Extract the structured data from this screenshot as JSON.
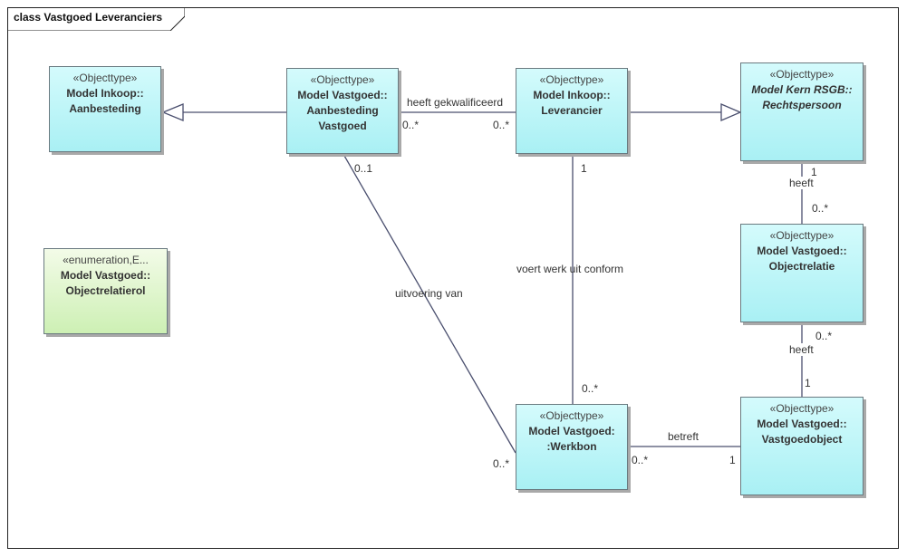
{
  "diagram": {
    "title": "class Vastgoed Leveranciers"
  },
  "classes": {
    "aanbesteding": {
      "stereotype": "«Objecttype»",
      "name_line1": "Model Inkoop::",
      "name_line2": "Aanbesteding",
      "name_line3": ""
    },
    "aanbesteding_vastgoed": {
      "stereotype": "«Objecttype»",
      "name_line1": "Model Vastgoed::",
      "name_line2": "Aanbesteding",
      "name_line3": "Vastgoed"
    },
    "leverancier": {
      "stereotype": "«Objecttype»",
      "name_line1": "Model Inkoop::",
      "name_line2": "Leverancier",
      "name_line3": ""
    },
    "rechtspersoon": {
      "stereotype": "«Objecttype»",
      "name_line1": "Model Kern RSGB::",
      "name_line2": "Rechtspersoon",
      "name_line3": ""
    },
    "objectrelatierol": {
      "stereotype": "«enumeration,E...",
      "name_line1": "Model Vastgoed::",
      "name_line2": "Objectrelatierol",
      "name_line3": ""
    },
    "objectrelatie": {
      "stereotype": "«Objecttype»",
      "name_line1": "Model Vastgoed::",
      "name_line2": "Objectrelatie",
      "name_line3": ""
    },
    "werkbon": {
      "stereotype": "«Objecttype»",
      "name_line1": "Model Vastgoed:",
      "name_line2": ":Werkbon",
      "name_line3": ""
    },
    "vastgoedobject": {
      "stereotype": "«Objecttype»",
      "name_line1": "Model Vastgoed::",
      "name_line2": "Vastgoedobject",
      "name_line3": ""
    }
  },
  "associations": {
    "gekwalificeerd": {
      "label": "heeft gekwalificeerd",
      "source_mult": "0..*",
      "target_mult": "0..*"
    },
    "uitvoering": {
      "label": "uitvoering van",
      "source_mult": "0..1",
      "target_mult": "0..*"
    },
    "voert_werk_uit": {
      "label": "voert werk uit conform",
      "source_mult": "1",
      "target_mult": "0..*"
    },
    "heeft_rp": {
      "label": "heeft",
      "source_mult": "1",
      "target_mult": "0..*"
    },
    "heeft_vgo": {
      "label": "heeft",
      "source_mult": "0..*",
      "target_mult": "1"
    },
    "betreft": {
      "label": "betreft",
      "source_mult": "0..*",
      "target_mult": "1"
    }
  },
  "colors": {
    "class_fill": "#a9f0f4",
    "enum_fill": "#cdf0b4",
    "line": "#4a4f6e"
  }
}
